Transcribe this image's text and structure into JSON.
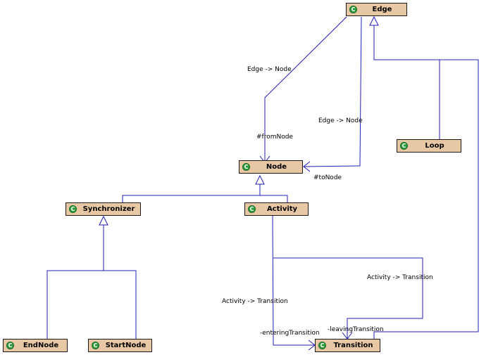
{
  "colors": {
    "class_fill": "#e8c7a4",
    "line": "#1f1fb4",
    "icon": "#2e9e3c"
  },
  "icon": {
    "name": "class-icon",
    "glyph": "C"
  },
  "classes": {
    "edge": "Edge",
    "node": "Node",
    "loop": "Loop",
    "synchronizer": "Synchronizer",
    "activity": "Activity",
    "endnode": "EndNode",
    "startnode": "StartNode",
    "transition": "Transition"
  },
  "labels": {
    "edge_node_1": "Edge -> Node",
    "edge_node_2": "Edge -> Node",
    "from_node": "#fromNode",
    "to_node": "#toNode",
    "activity_transition_1": "Activity -> Transition",
    "activity_transition_2": "Activity -> Transition",
    "entering": "-enteringTransition",
    "leaving": "-leavingTransition"
  }
}
